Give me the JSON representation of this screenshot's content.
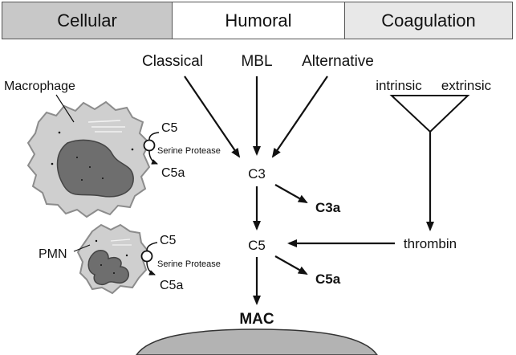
{
  "header": {
    "cellular": "Cellular",
    "humoral": "Humoral",
    "coagulation": "Coagulation"
  },
  "pathways": {
    "classical": "Classical",
    "mbl": "MBL",
    "alternative": "Alternative",
    "intrinsic": "intrinsic",
    "extrinsic": "extrinsic",
    "thrombin": "thrombin"
  },
  "nodes": {
    "c3": "C3",
    "c3a": "C3a",
    "c5": "C5",
    "c5a": "C5a",
    "mac": "MAC"
  },
  "cells": {
    "macrophage": "Macrophage",
    "pmn": "PMN",
    "macrophage_c5": "C5",
    "macrophage_c5a": "C5a",
    "macrophage_protease": "Serine Protease",
    "pmn_c5": "C5",
    "pmn_c5a": "C5a",
    "pmn_protease": "Serine Protease"
  },
  "colors": {
    "cellular_bg": "#c8c8c8",
    "coagulation_bg": "#e8e8e8",
    "cell_body": "#cfcfcf",
    "nucleus": "#6e6e6e",
    "membrane": "#9a9a9a"
  }
}
